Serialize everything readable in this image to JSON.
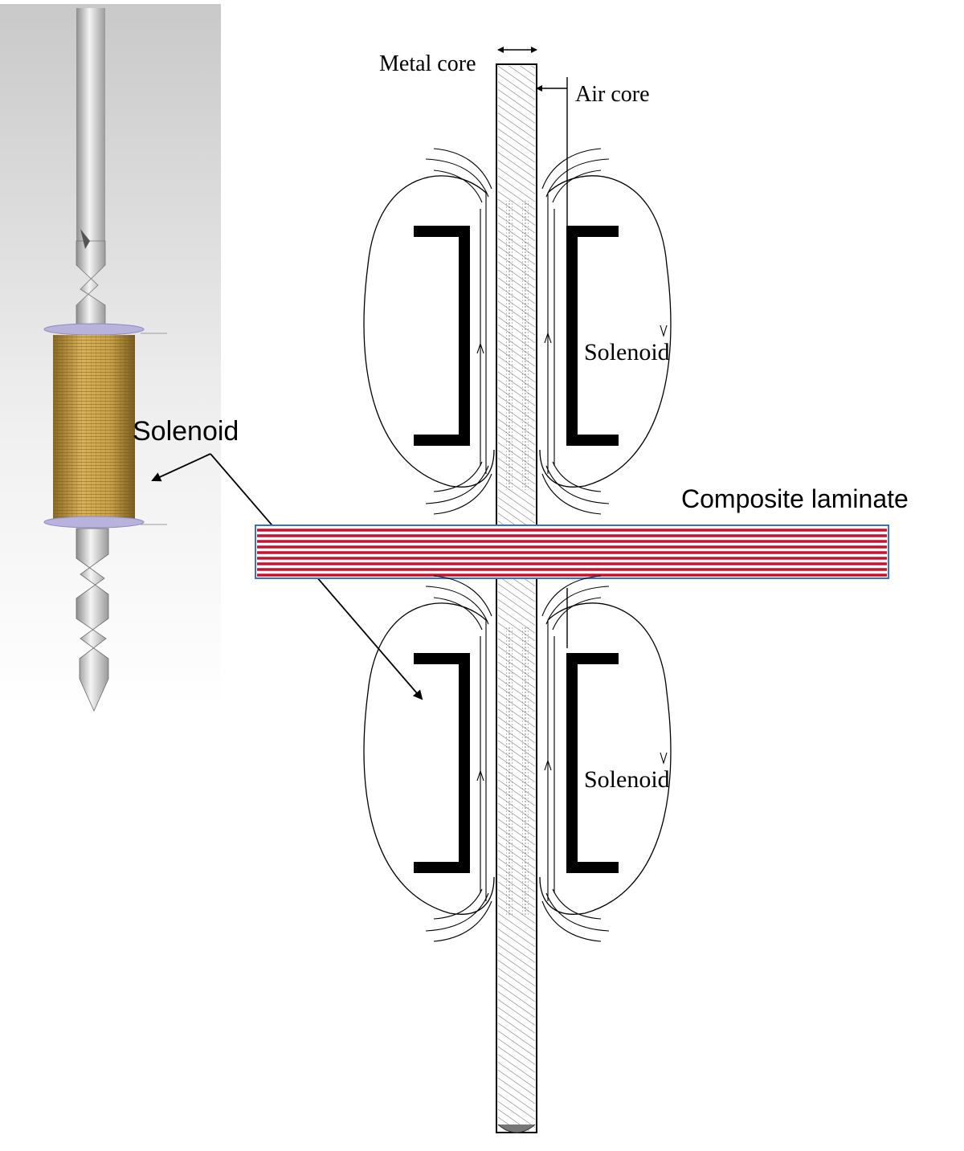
{
  "labels": {
    "metal_core": "Metal core",
    "air_core": "Air core",
    "solenoid_upper": "Solenoid",
    "solenoid_lower": "Solenoid",
    "solenoid_render": "Solenoid",
    "composite_laminate": "Composite laminate"
  },
  "colors": {
    "laminate_red": "#c8102e",
    "laminate_border": "#3a6fd0",
    "coil_gold": "#c9a24a",
    "coil_dark": "#8a6a24",
    "flange_lavender": "#b7b3dc",
    "winding_black": "#000000",
    "hatch_gray": "#7a7a7a"
  }
}
